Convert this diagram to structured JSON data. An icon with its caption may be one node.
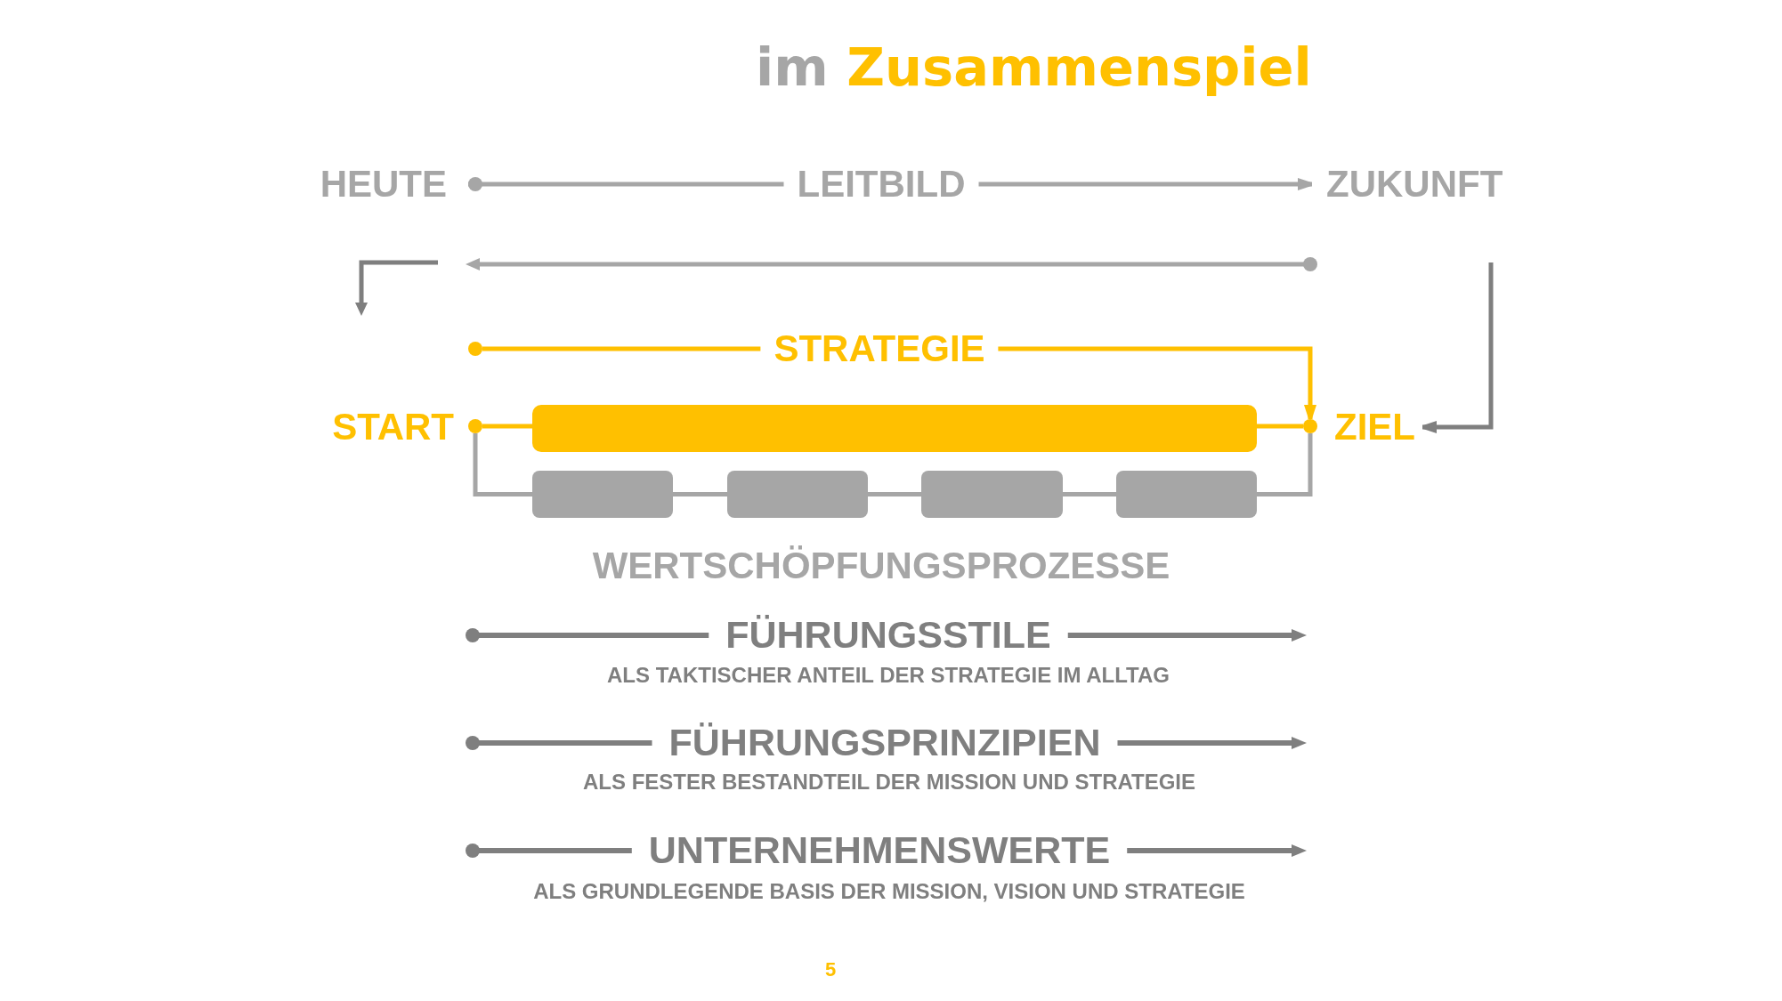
{
  "diagram": {
    "title": "im Zusammenspiel",
    "nodes": [
      {
        "text": [
          "HEUTE"
        ]
      },
      {
        "text": [
          "ZUKUNFT"
        ]
      },
      {
        "text": [],
        "shape": "circle"
      },
      {
        "text": [
          "START"
        ]
      },
      {
        "text": [],
        "shape": "circle"
      },
      {
        "text": [],
        "shape": "bar"
      },
      {
        "text": [],
        "shape": "circle"
      },
      {
        "text": [
          "ZIEL"
        ]
      },
      {
        "text": [],
        "shape": "box"
      },
      {
        "text": [],
        "shape": "box"
      },
      {
        "text": [],
        "shape": "box"
      },
      {
        "text": [],
        "shape": "box"
      }
    ],
    "edges": [
      {
        "from": 0,
        "to": 1,
        "arrow": "to",
        "label": "LEITBILD"
      },
      {
        "from": 2,
        "to": 6,
        "arrow": "to",
        "label": "STRATEGIE",
        "color": "#ffc000"
      },
      {
        "from": null,
        "to": 7,
        "arrow": "to",
        "color": "#7f7f7f"
      },
      {
        "from": 4,
        "to": 5,
        "arrow": "none",
        "color": "#ffc000"
      },
      {
        "from": 5,
        "to": 6,
        "arrow": "none",
        "color": "#ffc000"
      },
      {
        "from": 4,
        "to": 8,
        "arrow": "none"
      },
      {
        "from": 8,
        "to": 9,
        "arrow": "none"
      },
      {
        "from": 9,
        "to": 10,
        "arrow": "none"
      },
      {
        "from": 10,
        "to": 11,
        "arrow": "none"
      },
      {
        "from": 11,
        "to": 6,
        "arrow": "none"
      }
    ],
    "labels": [
      "WERTSCHÖPFUNGSPROZESSE",
      "FÜHRUNGSSTILE",
      "ALS TAKTISCHER ANTEIL DER STRATEGIE IM ALLTAG",
      "FÜHRUNGSPRINZIPIEN",
      "ALS FESTER BESTANDTEIL DER MISSION UND STRATEGIE",
      "UNTERNEHMENSWERTE",
      "ALS GRUNDLEGENDE BASIS DER MISSION, VISION UND STRATEGIE",
      "5"
    ]
  }
}
